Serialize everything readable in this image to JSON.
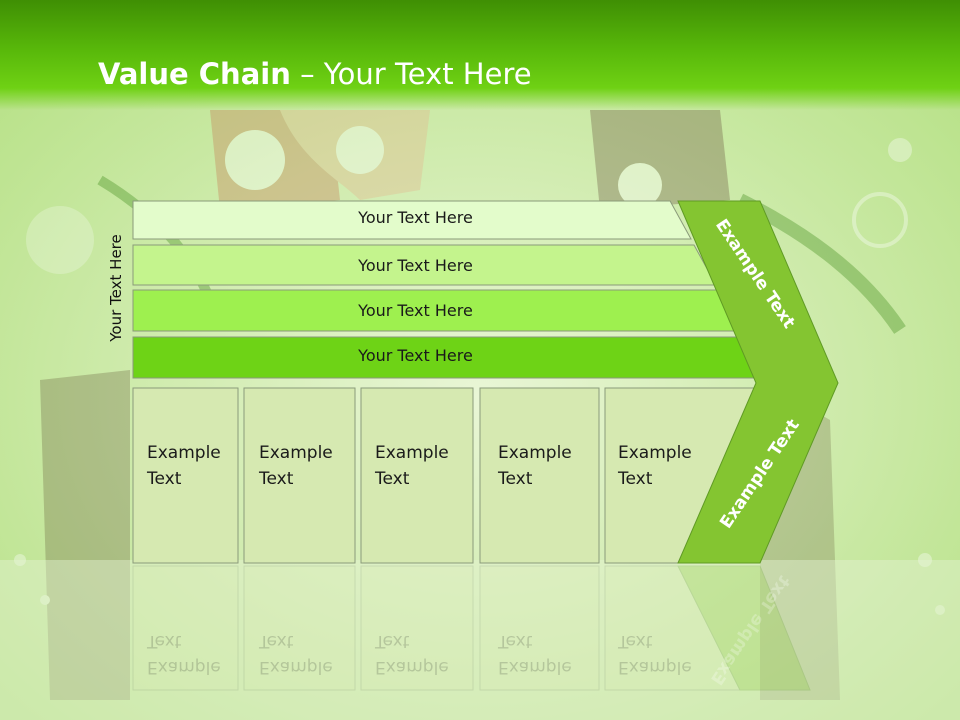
{
  "title": {
    "bold": "Value Chain",
    "rest": " – Your Text Here"
  },
  "side_label": "Your Text Here",
  "bars": [
    {
      "label": "Your Text Here",
      "fill": "#e3fccb"
    },
    {
      "label": "Your Text Here",
      "fill": "#c4f48d"
    },
    {
      "label": "Your Text Here",
      "fill": "#9ef04f"
    },
    {
      "label": "Your Text Here",
      "fill": "#6ed316"
    }
  ],
  "boxes": [
    {
      "line1": "Example",
      "line2": "Text"
    },
    {
      "line1": "Example",
      "line2": "Text"
    },
    {
      "line1": "Example",
      "line2": "Text"
    },
    {
      "line1": "Example",
      "line2": "Text"
    },
    {
      "line1": "Example",
      "line2": "Text"
    }
  ],
  "arrow": {
    "upper_label": "Example Text",
    "lower_label": "Example Text",
    "fill": "#84c531"
  },
  "colors": {
    "header": "#58b80a",
    "box_fill": "#d6e9b1",
    "background": "#d6ecb8"
  }
}
